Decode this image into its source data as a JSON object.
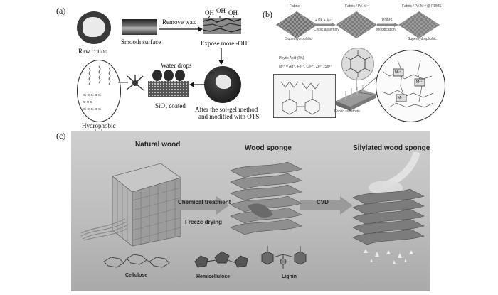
{
  "panel_a": {
    "tag": "(a)",
    "raw_cotton": "Raw cotton",
    "smooth_surface": "Smooth surface",
    "remove_wax": "Remove wax",
    "oh_labels": [
      "OH",
      "OH",
      "OH"
    ],
    "expose_oh": "Expose more -OH",
    "water_drops": "Water drops",
    "sio2_coated": "SiO₂ coated",
    "after_sol_gel_1": "After the sol-gel method",
    "after_sol_gel_2": "and modified with OTS",
    "hydrophobic_1": "Hydrophobic",
    "hydrophobic_2": "chain"
  },
  "panel_b": {
    "tag": "(b)",
    "fabric": "Fabric",
    "fabric_pa": "Fabric / PA-Mⁿ⁺",
    "fabric_pa_pdms": "Fabric / PA-Mⁿ⁺@ PDMS",
    "step1_top": "+ PA + Mⁿ⁺",
    "step1_bottom": "Cyclic assembly",
    "step2_top": "PDMS",
    "step2_bottom": "Modification",
    "superhydrophilic": "Superhydrophilic",
    "superhydrophobic": "Superhydrophobic",
    "phytic_acid": "Phytic Acid (PA)",
    "metal_ions": "Mⁿ⁺ = Ag⁺, Fe³⁺, Ce³⁺, Zr⁴⁺, Sn⁴⁺",
    "fabric_substrate": "Fabric substrate",
    "m_label": "Mⁿ⁺"
  },
  "panel_c": {
    "tag": "(c)",
    "natural_wood": "Natural wood",
    "wood_sponge": "Wood sponge",
    "silylated": "Silylated wood sponge",
    "chemical_treatment": "Chemical treatment",
    "freeze_drying": "Freeze drying",
    "cvd": "CVD",
    "cellulose": "Cellulose",
    "hemicellulose": "Hemicellulose",
    "lignin": "Lignin"
  }
}
